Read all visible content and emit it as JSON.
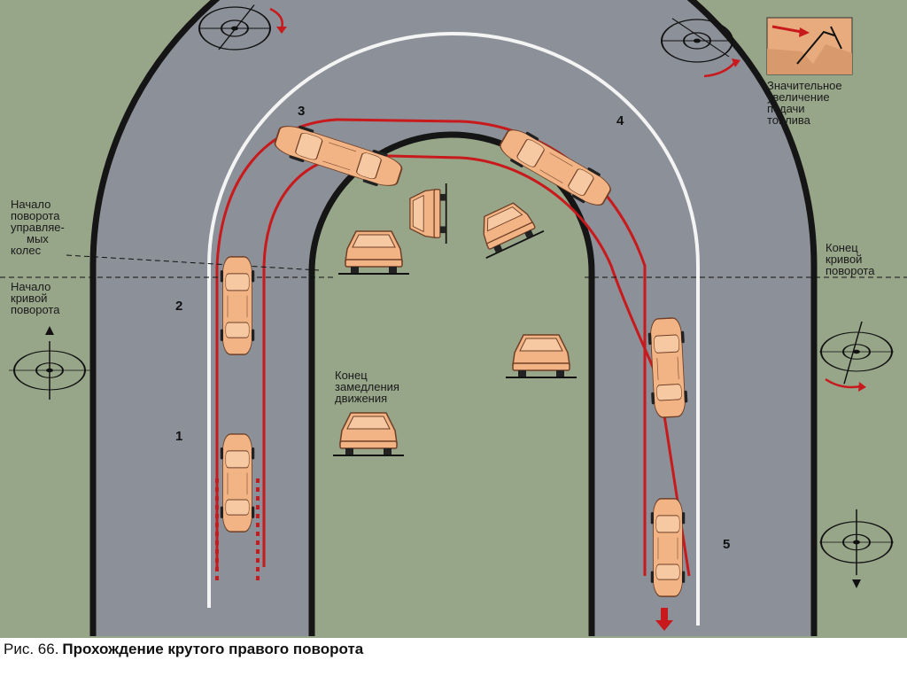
{
  "colors": {
    "background": "#97a589",
    "road": "#8c9098",
    "road_edge": "#151515",
    "lane_line": "#f4f4f4",
    "trajectory": "#c8191c",
    "car_body": "#f2b485",
    "car_outline": "#6e3f26"
  },
  "icons": [
    "steering-wheel-icon",
    "red-arrow-icon",
    "car-icon",
    "accelerator-pedal-icon"
  ],
  "labels": {
    "wheels_turn_start": [
      "Начало",
      "поворота",
      "управляе-",
      "мых",
      "колес"
    ],
    "curve_start": [
      "Начало",
      "кривой",
      "поворота"
    ],
    "curve_end": [
      "Конец",
      "кривой",
      "поворота"
    ],
    "decel_end": [
      "Конец",
      "замедления",
      "движения"
    ],
    "throttle": [
      "Значительное",
      "увеличение",
      "подачи",
      "топлива"
    ]
  },
  "positions": [
    "1",
    "2",
    "3",
    "4",
    "5"
  ],
  "caption": {
    "prefix": "Рис. 66.",
    "title": "Прохождение крутого правого поворота"
  }
}
